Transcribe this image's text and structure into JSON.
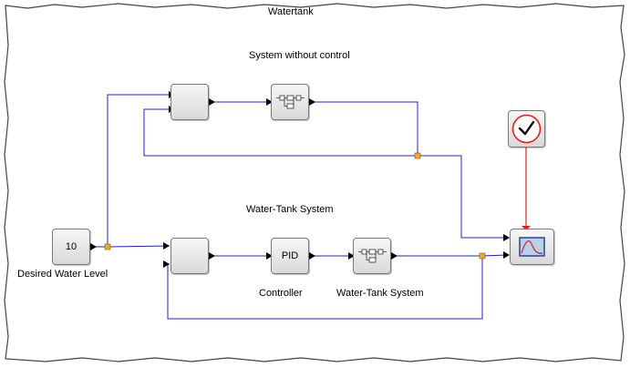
{
  "diagram": {
    "title": "Watertank",
    "section_top_label": "System without control",
    "section_bottom_label": "Water-Tank System",
    "const_block": {
      "value": "10",
      "label": "Desired Water Level"
    },
    "pid_block": {
      "text": "PID",
      "label": "Controller"
    },
    "plant_bottom": {
      "label": "Water-Tank System"
    },
    "icons": [
      "clock-icon",
      "scope-icon",
      "superblock-icon"
    ],
    "colors": {
      "signal": "#2020c8",
      "event": "#e02020",
      "split": "#f0a830",
      "block_border": "#7a7a7a"
    }
  }
}
